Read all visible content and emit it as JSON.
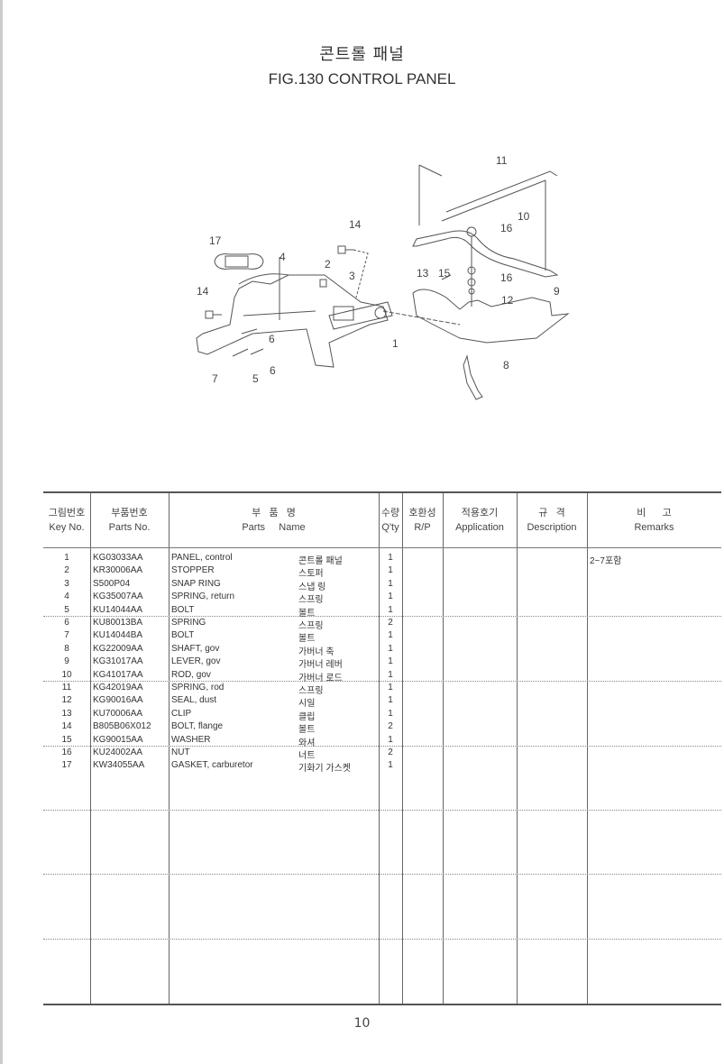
{
  "title_ko": "콘트롤 패널",
  "title_en": "FIG.130  CONTROL PANEL",
  "diagram": {
    "callouts": [
      "1",
      "2",
      "3",
      "4",
      "5",
      "6",
      "6",
      "7",
      "8",
      "9",
      "10",
      "11",
      "12",
      "13",
      "14",
      "14",
      "15",
      "16",
      "16",
      "17"
    ]
  },
  "table": {
    "headers": [
      {
        "ko": "그림번호",
        "en": "Key No."
      },
      {
        "ko": "부품번호",
        "en": "Parts No."
      },
      {
        "ko": "부   품   명",
        "en": "Parts     Name"
      },
      {
        "ko": "수량",
        "en": "Q'ty"
      },
      {
        "ko": "호환성",
        "en": "R/P"
      },
      {
        "ko": "적용호기",
        "en": "Application"
      },
      {
        "ko": "규   격",
        "en": "Description"
      },
      {
        "ko": "비      고",
        "en": "Remarks"
      }
    ],
    "rows": [
      {
        "key": "1",
        "part_no": "KG03033AA",
        "name_en": "PANEL, control",
        "name_ko": "콘트롤 패널",
        "qty": "1",
        "remarks": "2~7포함"
      },
      {
        "key": "2",
        "part_no": "KR30006AA",
        "name_en": "STOPPER",
        "name_ko": "스토퍼",
        "qty": "1",
        "remarks": ""
      },
      {
        "key": "3",
        "part_no": "S500P04",
        "name_en": "SNAP RING",
        "name_ko": "스냅 링",
        "qty": "1",
        "remarks": ""
      },
      {
        "key": "4",
        "part_no": "KG35007AA",
        "name_en": "SPRING, return",
        "name_ko": "스프링",
        "qty": "1",
        "remarks": ""
      },
      {
        "key": "5",
        "part_no": "KU14044AA",
        "name_en": "BOLT",
        "name_ko": "볼트",
        "qty": "1",
        "remarks": ""
      },
      {
        "key": "6",
        "part_no": "KU80013BA",
        "name_en": "SPRING",
        "name_ko": "스프링",
        "qty": "2",
        "remarks": ""
      },
      {
        "key": "7",
        "part_no": "KU14044BA",
        "name_en": "BOLT",
        "name_ko": "볼트",
        "qty": "1",
        "remarks": ""
      },
      {
        "key": "8",
        "part_no": "KG22009AA",
        "name_en": "SHAFT, gov",
        "name_ko": "가버너 축",
        "qty": "1",
        "remarks": ""
      },
      {
        "key": "9",
        "part_no": "KG31017AA",
        "name_en": "LEVER, gov",
        "name_ko": "가버너 레버",
        "qty": "1",
        "remarks": ""
      },
      {
        "key": "10",
        "part_no": "KG41017AA",
        "name_en": "ROD, gov",
        "name_ko": "가버너 로드",
        "qty": "1",
        "remarks": ""
      },
      {
        "key": "11",
        "part_no": "KG42019AA",
        "name_en": "SPRING, rod",
        "name_ko": "스프링",
        "qty": "1",
        "remarks": ""
      },
      {
        "key": "12",
        "part_no": "KG90016AA",
        "name_en": "SEAL, dust",
        "name_ko": "시일",
        "qty": "1",
        "remarks": ""
      },
      {
        "key": "13",
        "part_no": "KU70006AA",
        "name_en": "CLIP",
        "name_ko": "클립",
        "qty": "1",
        "remarks": ""
      },
      {
        "key": "14",
        "part_no": "B805B06X012",
        "name_en": "BOLT, flange",
        "name_ko": "볼트",
        "qty": "2",
        "remarks": ""
      },
      {
        "key": "15",
        "part_no": "KG90015AA",
        "name_en": "WASHER",
        "name_ko": "와셔",
        "qty": "1",
        "remarks": ""
      },
      {
        "key": "16",
        "part_no": "KU24002AA",
        "name_en": "NUT",
        "name_ko": "너트",
        "qty": "2",
        "remarks": ""
      },
      {
        "key": "17",
        "part_no": "KW34055AA",
        "name_en": "GASKET, carburetor",
        "name_ko": "기화기 가스켓",
        "qty": "1",
        "remarks": ""
      }
    ]
  },
  "page_number": "10"
}
